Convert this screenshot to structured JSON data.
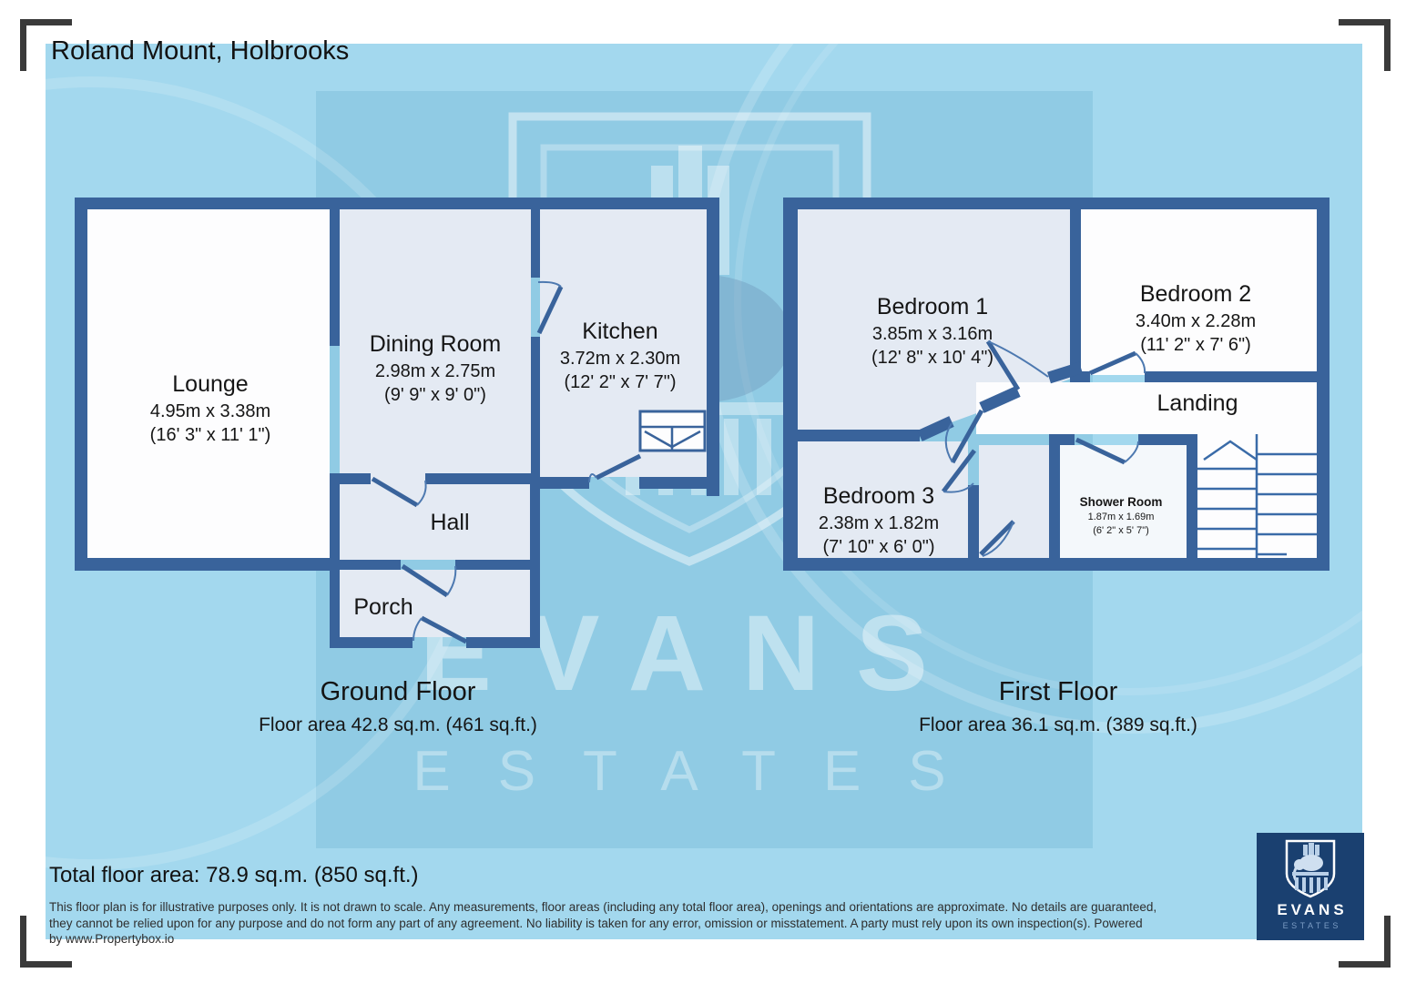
{
  "title": "Roland Mount, Holbrooks",
  "ground_floor": {
    "caption": "Ground Floor",
    "area": "Floor area 42.8 sq.m. (461 sq.ft.)",
    "rooms": {
      "lounge": {
        "name": "Lounge",
        "metric": "4.95m x 3.38m",
        "imperial": "(16' 3\" x 11' 1\")"
      },
      "dining": {
        "name": "Dining Room",
        "metric": "2.98m x 2.75m",
        "imperial": "(9' 9\" x 9' 0\")"
      },
      "kitchen": {
        "name": "Kitchen",
        "metric": "3.72m x 2.30m",
        "imperial": "(12' 2\" x 7' 7\")"
      },
      "hall": {
        "name": "Hall"
      },
      "porch": {
        "name": "Porch"
      }
    }
  },
  "first_floor": {
    "caption": "First Floor",
    "area": "Floor area 36.1 sq.m. (389 sq.ft.)",
    "rooms": {
      "bedroom1": {
        "name": "Bedroom 1",
        "metric": "3.85m x 3.16m",
        "imperial": "(12' 8\" x 10' 4\")"
      },
      "bedroom2": {
        "name": "Bedroom 2",
        "metric": "3.40m x 2.28m",
        "imperial": "(11' 2\" x 7' 6\")"
      },
      "bedroom3": {
        "name": "Bedroom 3",
        "metric": "2.38m x 1.82m",
        "imperial": "(7' 10\" x 6' 0\")"
      },
      "landing": {
        "name": "Landing"
      },
      "shower": {
        "name": "Shower Room",
        "metric": "1.87m x 1.69m",
        "imperial": "(6' 2\" x 5' 7\")"
      }
    }
  },
  "footer": {
    "total": "Total floor area: 78.9 sq.m. (850 sq.ft.)",
    "disclaimer_lines": [
      "This floor plan is for illustrative purposes only. It is not drawn to scale. Any measurements, floor areas (including any total floor area), openings and orientations are approximate. No details are guaranteed,",
      "they cannot be relied upon for any purpose and do not form any part of any agreement. No liability is taken for any error, omission or misstatement. A party must rely upon its own inspection(s). Powered",
      "by www.Propertybox.io"
    ]
  },
  "watermark": {
    "word1": "EVANS",
    "word2": "ESTATES"
  },
  "logo": {
    "name": "EVANS",
    "subtitle": "ESTATES"
  },
  "colors": {
    "wall": "#39639b",
    "canvas_blue": "#a3d8ee",
    "panel_blue": "#90cbe4",
    "room_tint": "#e4eaf3",
    "room_white": "#fdfdfe",
    "logo_bg": "#1a4070"
  }
}
